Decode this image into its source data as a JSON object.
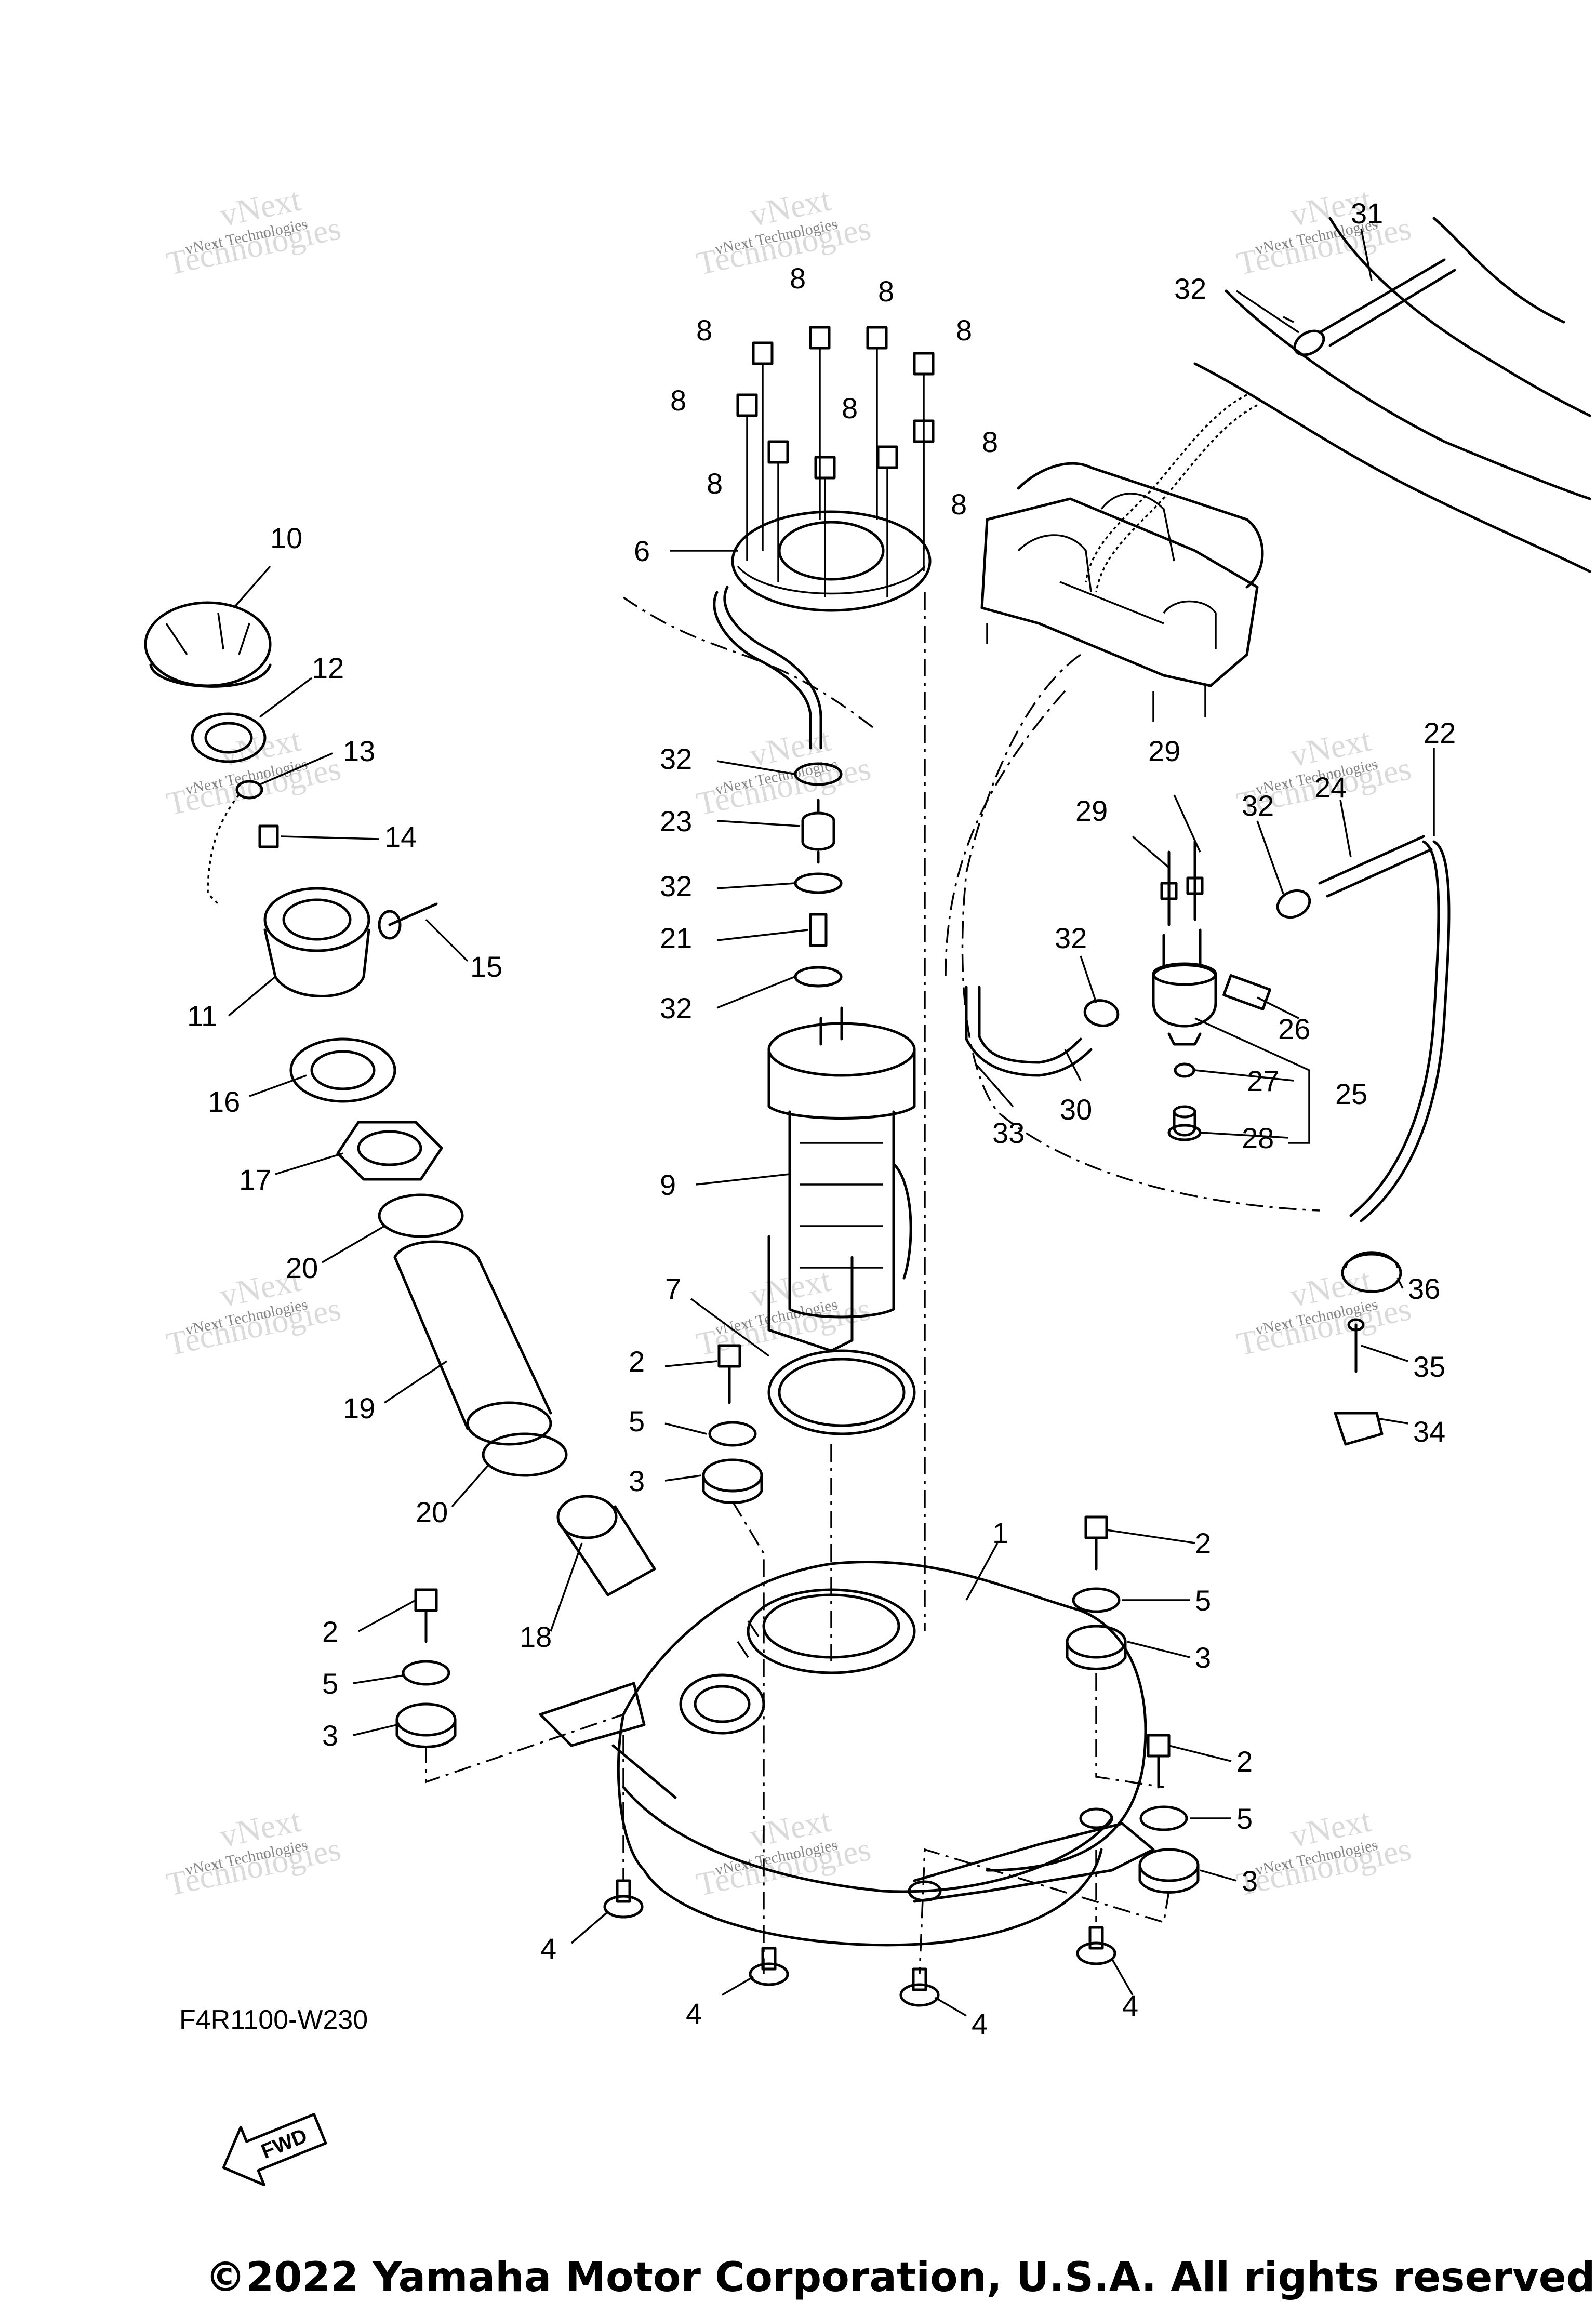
{
  "drawing_ref": "F4R1100-W230",
  "copyright": "©2022 Yamaha Motor Corporation, U.S.A. All rights reserved.",
  "fwd_label": "FWD",
  "watermark": {
    "line1": "vNext",
    "line2": "Technologies",
    "small": "vNext Technologies"
  },
  "callouts": [
    "1",
    "2",
    "3",
    "4",
    "5",
    "6",
    "7",
    "8",
    "9",
    "10",
    "11",
    "12",
    "13",
    "14",
    "15",
    "16",
    "17",
    "18",
    "19",
    "20",
    "21",
    "22",
    "23",
    "24",
    "25",
    "26",
    "27",
    "28",
    "29",
    "30",
    "31",
    "32",
    "33",
    "34",
    "35",
    "36"
  ]
}
